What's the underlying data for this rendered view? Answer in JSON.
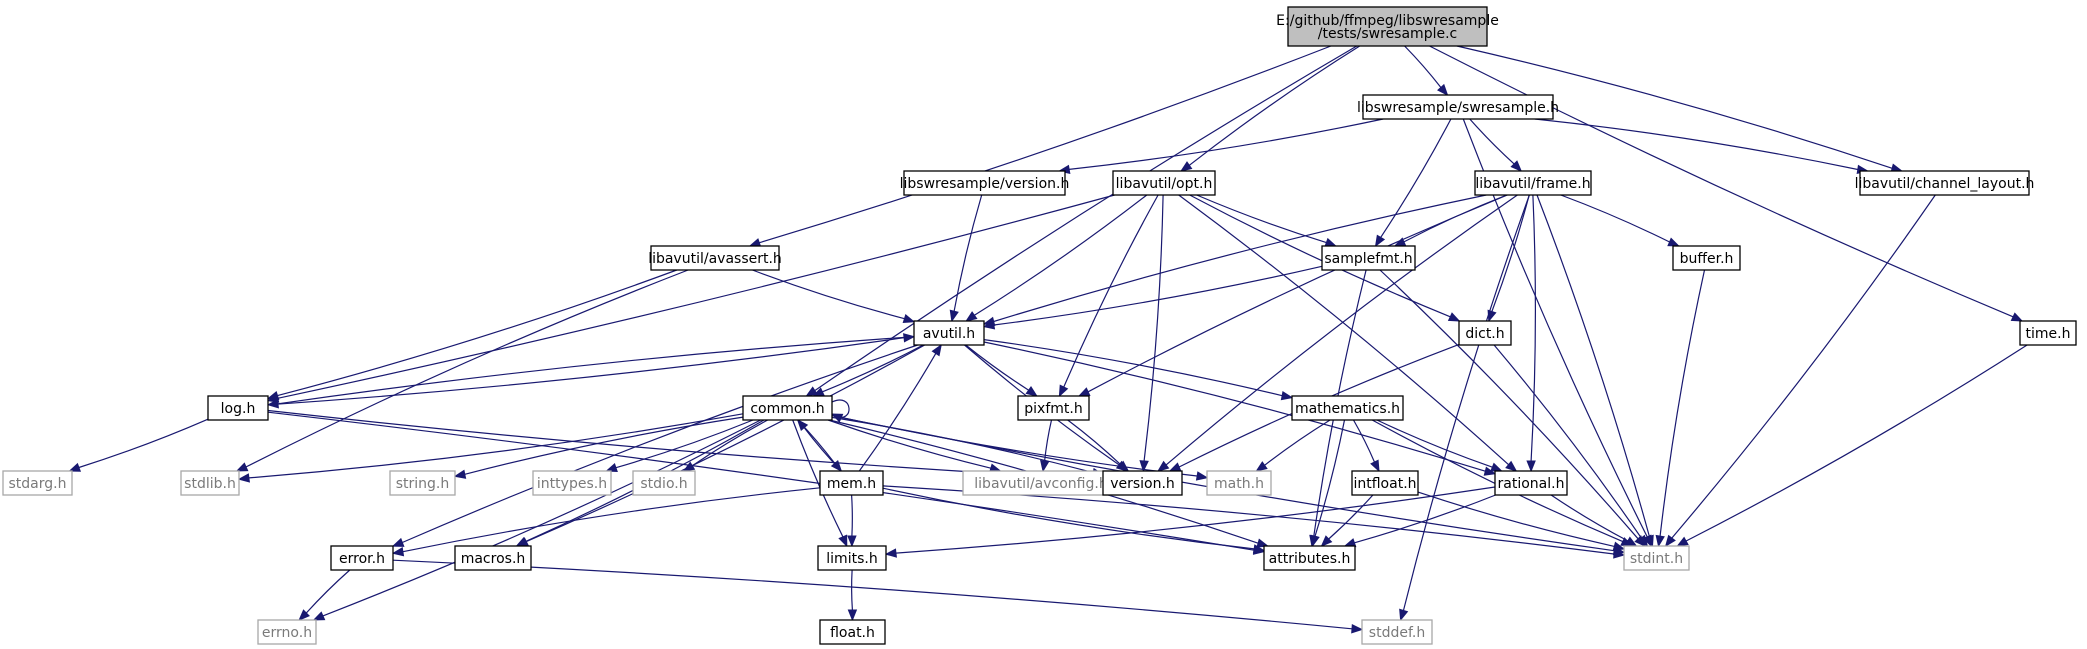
{
  "graph": {
    "colors": {
      "edge": "#191970",
      "node_border": "#000000",
      "system_border": "#a8a8a8",
      "system_text": "#7a7a7a",
      "root_fill": "#bfbfbf",
      "node_fill": "#ffffff"
    },
    "nodes": [
      {
        "id": "swresample_c",
        "lines": [
          "E:/github/ffmpeg/libswresample",
          "/tests/swresample.c"
        ],
        "kind": "root"
      },
      {
        "id": "swresample_h",
        "lines": [
          "libswresample/swresample.h"
        ],
        "kind": "local"
      },
      {
        "id": "lsr_version_h",
        "lines": [
          "libswresample/version.h"
        ],
        "kind": "local"
      },
      {
        "id": "opt_h",
        "lines": [
          "libavutil/opt.h"
        ],
        "kind": "local"
      },
      {
        "id": "frame_h",
        "lines": [
          "libavutil/frame.h"
        ],
        "kind": "local"
      },
      {
        "id": "channel_layout_h",
        "lines": [
          "libavutil/channel_layout.h"
        ],
        "kind": "local"
      },
      {
        "id": "avassert_h",
        "lines": [
          "libavutil/avassert.h"
        ],
        "kind": "local"
      },
      {
        "id": "samplefmt_h",
        "lines": [
          "samplefmt.h"
        ],
        "kind": "local"
      },
      {
        "id": "buffer_h",
        "lines": [
          "buffer.h"
        ],
        "kind": "local"
      },
      {
        "id": "time_h",
        "lines": [
          "time.h"
        ],
        "kind": "local"
      },
      {
        "id": "avutil_h",
        "lines": [
          "avutil.h"
        ],
        "kind": "local"
      },
      {
        "id": "dict_h",
        "lines": [
          "dict.h"
        ],
        "kind": "local"
      },
      {
        "id": "log_h",
        "lines": [
          "log.h"
        ],
        "kind": "local"
      },
      {
        "id": "common_h",
        "lines": [
          "common.h"
        ],
        "kind": "local"
      },
      {
        "id": "pixfmt_h",
        "lines": [
          "pixfmt.h"
        ],
        "kind": "local"
      },
      {
        "id": "mathematics_h",
        "lines": [
          "mathematics.h"
        ],
        "kind": "local"
      },
      {
        "id": "stdarg_h",
        "lines": [
          "stdarg.h"
        ],
        "kind": "system"
      },
      {
        "id": "stdlib_h",
        "lines": [
          "stdlib.h"
        ],
        "kind": "system"
      },
      {
        "id": "string_h",
        "lines": [
          "string.h"
        ],
        "kind": "system"
      },
      {
        "id": "inttypes_h",
        "lines": [
          "inttypes.h"
        ],
        "kind": "system"
      },
      {
        "id": "stdio_h",
        "lines": [
          "stdio.h"
        ],
        "kind": "system"
      },
      {
        "id": "mem_h",
        "lines": [
          "mem.h"
        ],
        "kind": "local"
      },
      {
        "id": "avconfig_h",
        "lines": [
          "libavutil/avconfig.h"
        ],
        "kind": "system"
      },
      {
        "id": "version_h",
        "lines": [
          "version.h"
        ],
        "kind": "local"
      },
      {
        "id": "math_h",
        "lines": [
          "math.h"
        ],
        "kind": "system"
      },
      {
        "id": "intfloat_h",
        "lines": [
          "intfloat.h"
        ],
        "kind": "local"
      },
      {
        "id": "rational_h",
        "lines": [
          "rational.h"
        ],
        "kind": "local"
      },
      {
        "id": "error_h",
        "lines": [
          "error.h"
        ],
        "kind": "local"
      },
      {
        "id": "macros_h",
        "lines": [
          "macros.h"
        ],
        "kind": "local"
      },
      {
        "id": "limits_h",
        "lines": [
          "limits.h"
        ],
        "kind": "local"
      },
      {
        "id": "attributes_h",
        "lines": [
          "attributes.h"
        ],
        "kind": "local"
      },
      {
        "id": "stdint_h",
        "lines": [
          "stdint.h"
        ],
        "kind": "system"
      },
      {
        "id": "errno_h",
        "lines": [
          "errno.h"
        ],
        "kind": "system"
      },
      {
        "id": "float_h",
        "lines": [
          "float.h"
        ],
        "kind": "local"
      },
      {
        "id": "stddef_h",
        "lines": [
          "stddef.h"
        ],
        "kind": "system"
      }
    ],
    "edges": [
      [
        "swresample_c",
        "swresample_h"
      ],
      [
        "swresample_c",
        "opt_h"
      ],
      [
        "swresample_c",
        "avassert_h"
      ],
      [
        "swresample_c",
        "common_h"
      ],
      [
        "swresample_c",
        "channel_layout_h"
      ],
      [
        "swresample_c",
        "time_h"
      ],
      [
        "swresample_h",
        "lsr_version_h"
      ],
      [
        "swresample_h",
        "frame_h"
      ],
      [
        "swresample_h",
        "samplefmt_h"
      ],
      [
        "swresample_h",
        "stdint_h"
      ],
      [
        "swresample_h",
        "channel_layout_h"
      ],
      [
        "lsr_version_h",
        "avutil_h"
      ],
      [
        "opt_h",
        "avutil_h"
      ],
      [
        "opt_h",
        "samplefmt_h"
      ],
      [
        "opt_h",
        "log_h"
      ],
      [
        "opt_h",
        "pixfmt_h"
      ],
      [
        "opt_h",
        "version_h"
      ],
      [
        "opt_h",
        "dict_h"
      ],
      [
        "opt_h",
        "rational_h"
      ],
      [
        "frame_h",
        "samplefmt_h"
      ],
      [
        "frame_h",
        "buffer_h"
      ],
      [
        "frame_h",
        "avutil_h"
      ],
      [
        "frame_h",
        "dict_h"
      ],
      [
        "frame_h",
        "pixfmt_h"
      ],
      [
        "frame_h",
        "rational_h"
      ],
      [
        "frame_h",
        "version_h"
      ],
      [
        "frame_h",
        "stdint_h"
      ],
      [
        "frame_h",
        "stddef_h"
      ],
      [
        "channel_layout_h",
        "stdint_h"
      ],
      [
        "avassert_h",
        "avutil_h"
      ],
      [
        "avassert_h",
        "log_h"
      ],
      [
        "avassert_h",
        "stdlib_h"
      ],
      [
        "samplefmt_h",
        "avutil_h"
      ],
      [
        "samplefmt_h",
        "attributes_h"
      ],
      [
        "samplefmt_h",
        "stdint_h"
      ],
      [
        "buffer_h",
        "stdint_h"
      ],
      [
        "time_h",
        "stdint_h"
      ],
      [
        "avutil_h",
        "log_h"
      ],
      [
        "avutil_h",
        "common_h"
      ],
      [
        "avutil_h",
        "pixfmt_h"
      ],
      [
        "avutil_h",
        "mathematics_h"
      ],
      [
        "avutil_h",
        "version_h"
      ],
      [
        "avutil_h",
        "rational_h"
      ],
      [
        "avutil_h",
        "error_h"
      ],
      [
        "avutil_h",
        "macros_h"
      ],
      [
        "dict_h",
        "version_h"
      ],
      [
        "dict_h",
        "stdint_h"
      ],
      [
        "log_h",
        "avutil_h"
      ],
      [
        "log_h",
        "stdarg_h"
      ],
      [
        "log_h",
        "version_h"
      ],
      [
        "log_h",
        "attributes_h"
      ],
      [
        "common_h",
        "common_h"
      ],
      [
        "common_h",
        "stdlib_h"
      ],
      [
        "common_h",
        "string_h"
      ],
      [
        "common_h",
        "inttypes_h"
      ],
      [
        "common_h",
        "stdio_h"
      ],
      [
        "common_h",
        "mem_h"
      ],
      [
        "common_h",
        "avconfig_h"
      ],
      [
        "common_h",
        "version_h"
      ],
      [
        "common_h",
        "math_h"
      ],
      [
        "common_h",
        "macros_h"
      ],
      [
        "common_h",
        "limits_h"
      ],
      [
        "common_h",
        "attributes_h"
      ],
      [
        "common_h",
        "stdint_h"
      ],
      [
        "common_h",
        "errno_h"
      ],
      [
        "mem_h",
        "avutil_h"
      ],
      [
        "mem_h",
        "common_h"
      ],
      [
        "mem_h",
        "error_h"
      ],
      [
        "mem_h",
        "limits_h"
      ],
      [
        "mem_h",
        "attributes_h"
      ],
      [
        "mem_h",
        "stdint_h"
      ],
      [
        "pixfmt_h",
        "avconfig_h"
      ],
      [
        "pixfmt_h",
        "version_h"
      ],
      [
        "mathematics_h",
        "math_h"
      ],
      [
        "mathematics_h",
        "intfloat_h"
      ],
      [
        "mathematics_h",
        "rational_h"
      ],
      [
        "mathematics_h",
        "attributes_h"
      ],
      [
        "mathematics_h",
        "stdint_h"
      ],
      [
        "intfloat_h",
        "attributes_h"
      ],
      [
        "intfloat_h",
        "stdint_h"
      ],
      [
        "rational_h",
        "attributes_h"
      ],
      [
        "rational_h",
        "stdint_h"
      ],
      [
        "rational_h",
        "limits_h"
      ],
      [
        "error_h",
        "errno_h"
      ],
      [
        "error_h",
        "stddef_h"
      ],
      [
        "limits_h",
        "float_h"
      ]
    ]
  }
}
